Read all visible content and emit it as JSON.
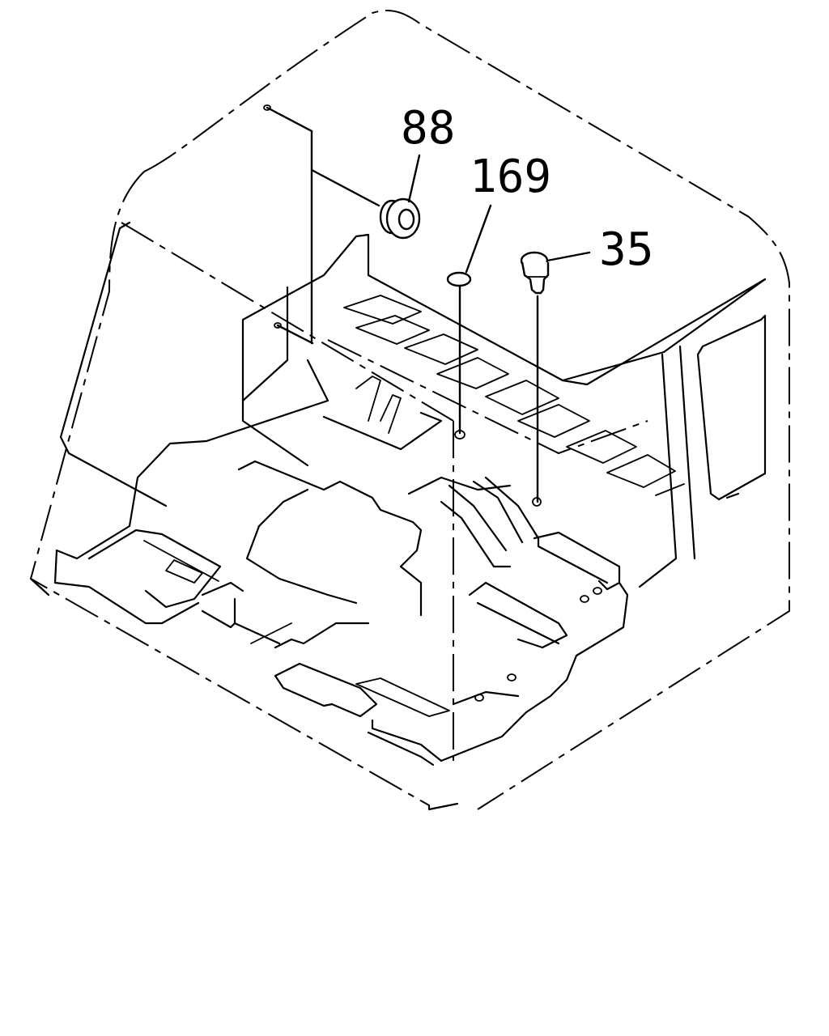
{
  "callouts": {
    "part_88": "88",
    "part_169": "169",
    "part_35": "35"
  }
}
